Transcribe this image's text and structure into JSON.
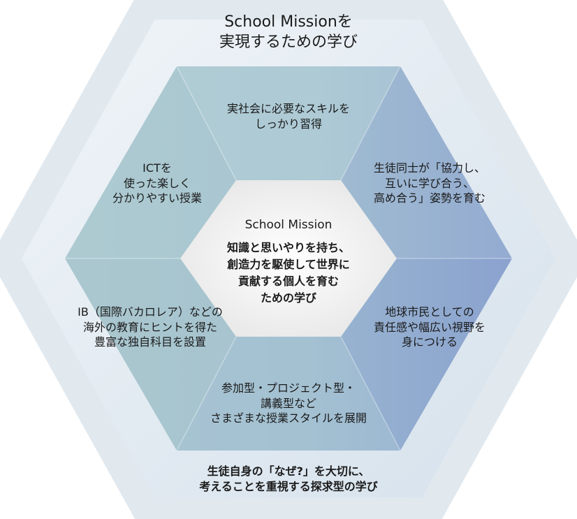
{
  "title": [
    "School Missionを",
    "実現するための学び"
  ],
  "center": {
    "heading": "School Mission",
    "body": [
      "知識と思いやりを持ち、",
      "創造力を駆使して世界に",
      "貢献する個人を育む",
      "ための学び"
    ]
  },
  "segments": {
    "top": [
      "実社会に必要なスキルを",
      "しっかり習得"
    ],
    "upper_right": [
      "生徒同士が「協力し、",
      "互いに学び合う、",
      "高め合う」姿勢を育む"
    ],
    "lower_right": [
      "地球市民としての",
      "責任感や幅広い視野を",
      "身につける"
    ],
    "bottom": [
      "参加型・プロジェクト型・",
      "講義型など",
      "さまざまな授業スタイルを展開"
    ],
    "lower_left": [
      "IB（国際バカロレア）などの",
      "海外の教育にヒントを得た",
      "豊富な独自科目を設置"
    ],
    "upper_left": [
      "ICTを",
      "使った楽しく",
      "分かりやすい授業"
    ]
  },
  "footer": [
    "生徒自身の「なぜ?」を大切に、",
    "考えることを重視する探求型の学び"
  ],
  "colors": {
    "outer_fill_light": "#eef3f7",
    "outer_fill_dark": "#d4e0ea",
    "segment_teal": "#a9c8cf",
    "segment_blue": "#8ea6cf",
    "center_fill": "#f2f2f2",
    "text": "#1a1a1a"
  }
}
